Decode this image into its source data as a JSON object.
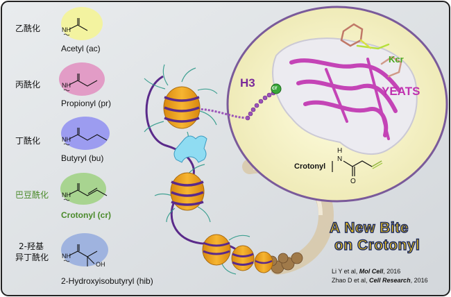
{
  "modifications": [
    {
      "cn": "乙酰化",
      "en": "Acetyl (ac)",
      "color": "#f3f3a0",
      "group": "NH"
    },
    {
      "cn": "丙酰化",
      "en": "Propionyl (pr)",
      "color": "#e29cc6",
      "group": "NH"
    },
    {
      "cn": "丁酰化",
      "en": "Butyryl (bu)",
      "color": "#9c9cf0",
      "group": "NH"
    },
    {
      "cn": "巴豆酰化",
      "en": "Crotonyl (cr)",
      "color": "#a8d490",
      "group": "NH"
    },
    {
      "cn_line1": "2-羟基",
      "cn_line2": "异丁酰化",
      "en": "2-Hydroxyisobutyryl (hib)",
      "color": "#9fb3df",
      "group": "NH",
      "oh": "OH"
    }
  ],
  "labels": {
    "h3": "H3",
    "kcr": "Kcr",
    "yeats": "YEATS",
    "cr_badge": "cr",
    "crotonyl_struct": "Crotonyl",
    "nh": "N",
    "h": "H",
    "o": "O"
  },
  "title": {
    "line1": "A New Bite",
    "line2": "on Crotonyl"
  },
  "citations": [
    {
      "prefix": "Li Y et al, ",
      "journal": "Mol Cell",
      "suffix": ", 2016"
    },
    {
      "prefix": "Zhao D et al, ",
      "journal": "Cell Research",
      "suffix": ", 2016"
    }
  ],
  "colors": {
    "panel": "#dfe2e5",
    "nucleosome": "#f0a21f",
    "dna": "#5a2a8a",
    "bubble": "#f7f4c8",
    "yeats": "#c032b0",
    "h3": "#7a2a9a"
  }
}
